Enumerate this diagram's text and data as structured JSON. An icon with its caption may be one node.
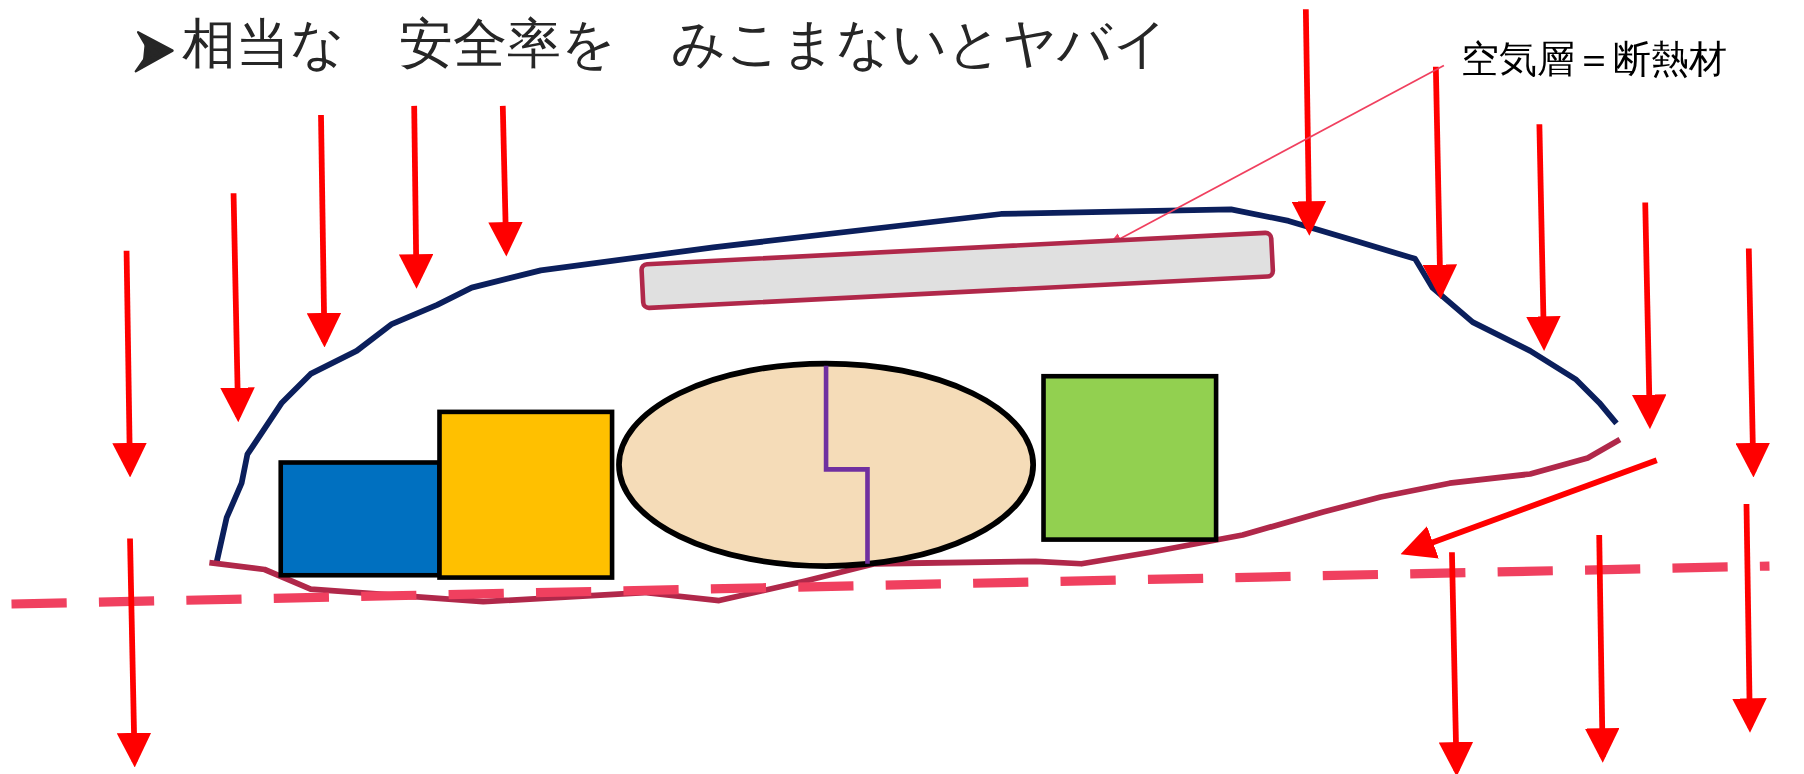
{
  "diagram": {
    "title": "相当な　安全率を　みこまないとヤバイ",
    "nodes": [
      {
        "text": [
          "空気層＝断熱材"
        ]
      },
      {
        "text": [],
        "shape": "bar"
      }
    ],
    "edges": [
      {
        "from": 0,
        "to": 1,
        "arrow": "to"
      }
    ]
  }
}
